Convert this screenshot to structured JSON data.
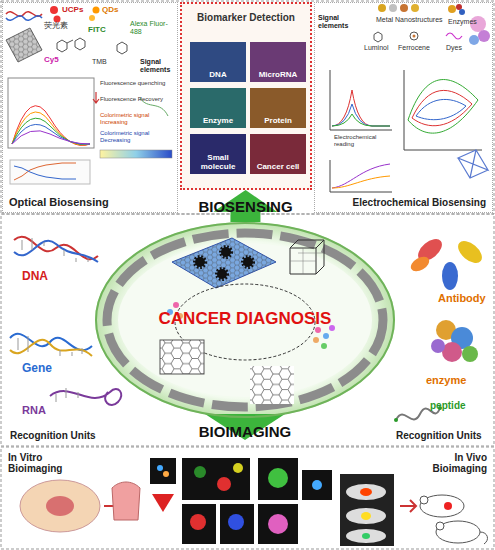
{
  "diagram": {
    "nodes": [
      {
        "text": [
          "Optical Biosensing"
        ]
      },
      {
        "text": [
          "Biomarker Detection"
        ]
      },
      {
        "text": [
          "DNA"
        ],
        "in": 1
      },
      {
        "text": [
          "MicroRNA"
        ],
        "in": 1
      },
      {
        "text": [
          "Enzyme"
        ],
        "in": 1
      },
      {
        "text": [
          "Protein"
        ],
        "in": 1
      },
      {
        "text": [
          "Small molecule"
        ],
        "in": 1
      },
      {
        "text": [
          "Cancer cell"
        ],
        "in": 1
      },
      {
        "text": [
          "Electrochemical Biosensing"
        ]
      },
      {
        "text": [
          "CANCER DIAGNOSIS"
        ]
      },
      {
        "text": [
          "In Vitro Bioimaging"
        ]
      },
      {
        "text": [
          "In Vivo Bioimaging"
        ]
      }
    ],
    "edges": [
      {
        "from": 9,
        "to": 1,
        "arrow": "to",
        "label": "BIOSENSING"
      }
    ],
    "labels": [
      "UCPs",
      "QDs",
      "荧光素",
      "FITC",
      "Alexa Fluor-488",
      "Cy5",
      "TMB",
      "Signal elements",
      "Fluorescence quenching",
      "Fluorescence Recovery",
      "Colorimetric signal Increasing",
      "Colorimetric signal Decreasing",
      "Metal Nanostructures",
      "Enzymes",
      "Luminol",
      "Ferrocene",
      "Dyes",
      "Signal elements",
      "Electrochemical reading",
      "BIOIMAGING",
      "DNA",
      "Gene",
      "RNA",
      "Recognition Units",
      "Antibody",
      "enzyme",
      "peptide",
      "Recognition Units"
    ]
  }
}
